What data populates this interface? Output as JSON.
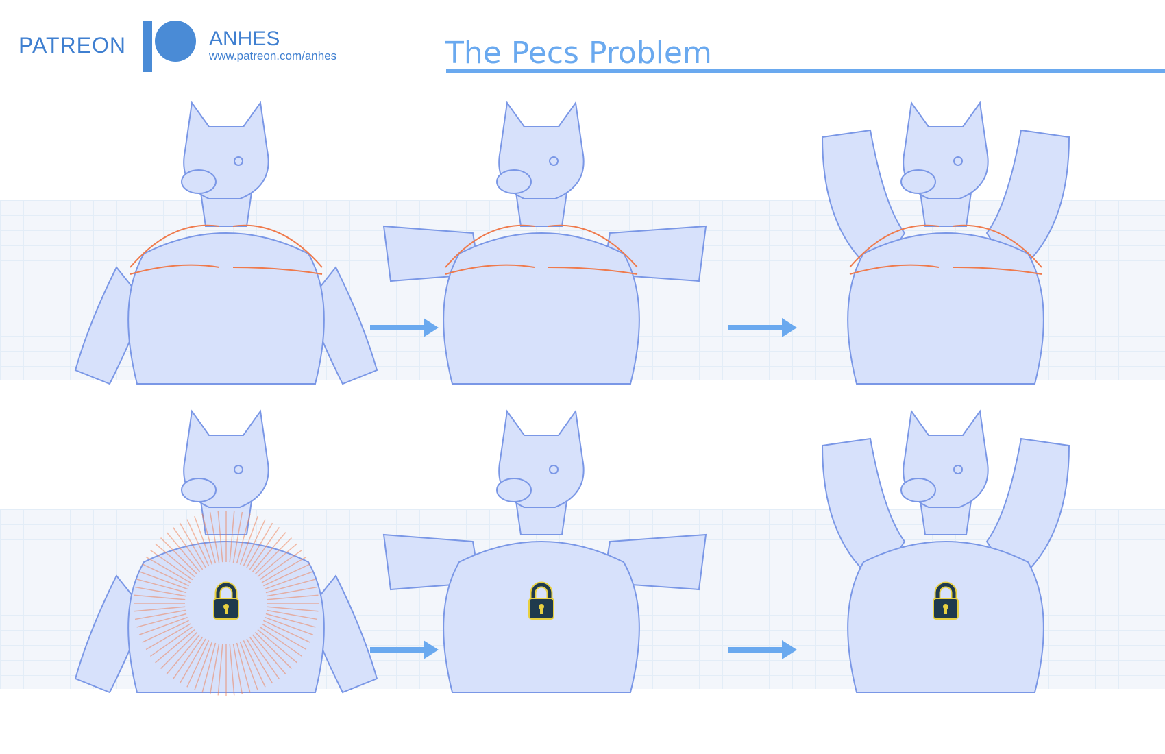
{
  "header": {
    "brand": "PATREON",
    "author": "ANHES",
    "url": "www.patreon.com/anhes",
    "title": "The Pecs Problem"
  },
  "colors": {
    "accent": "#6aa9ef",
    "brand": "#4a8bd6",
    "figure_fill": "#d7e1fb",
    "figure_stroke": "#7a97e6",
    "muscle_line": "#ef7a4c",
    "lock": "#1f3a4d",
    "lock_outline": "#e8d040"
  },
  "panels": [
    {
      "row": "top",
      "pose": "arms-down",
      "icon": "muscle-lines"
    },
    {
      "row": "top",
      "pose": "arms-out",
      "icon": "muscle-lines"
    },
    {
      "row": "top",
      "pose": "arms-up",
      "icon": "muscle-lines"
    },
    {
      "row": "bottom",
      "pose": "arms-down",
      "icon": "lock-icon"
    },
    {
      "row": "bottom",
      "pose": "arms-out",
      "icon": "lock-icon"
    },
    {
      "row": "bottom",
      "pose": "arms-up",
      "icon": "lock-icon"
    }
  ]
}
